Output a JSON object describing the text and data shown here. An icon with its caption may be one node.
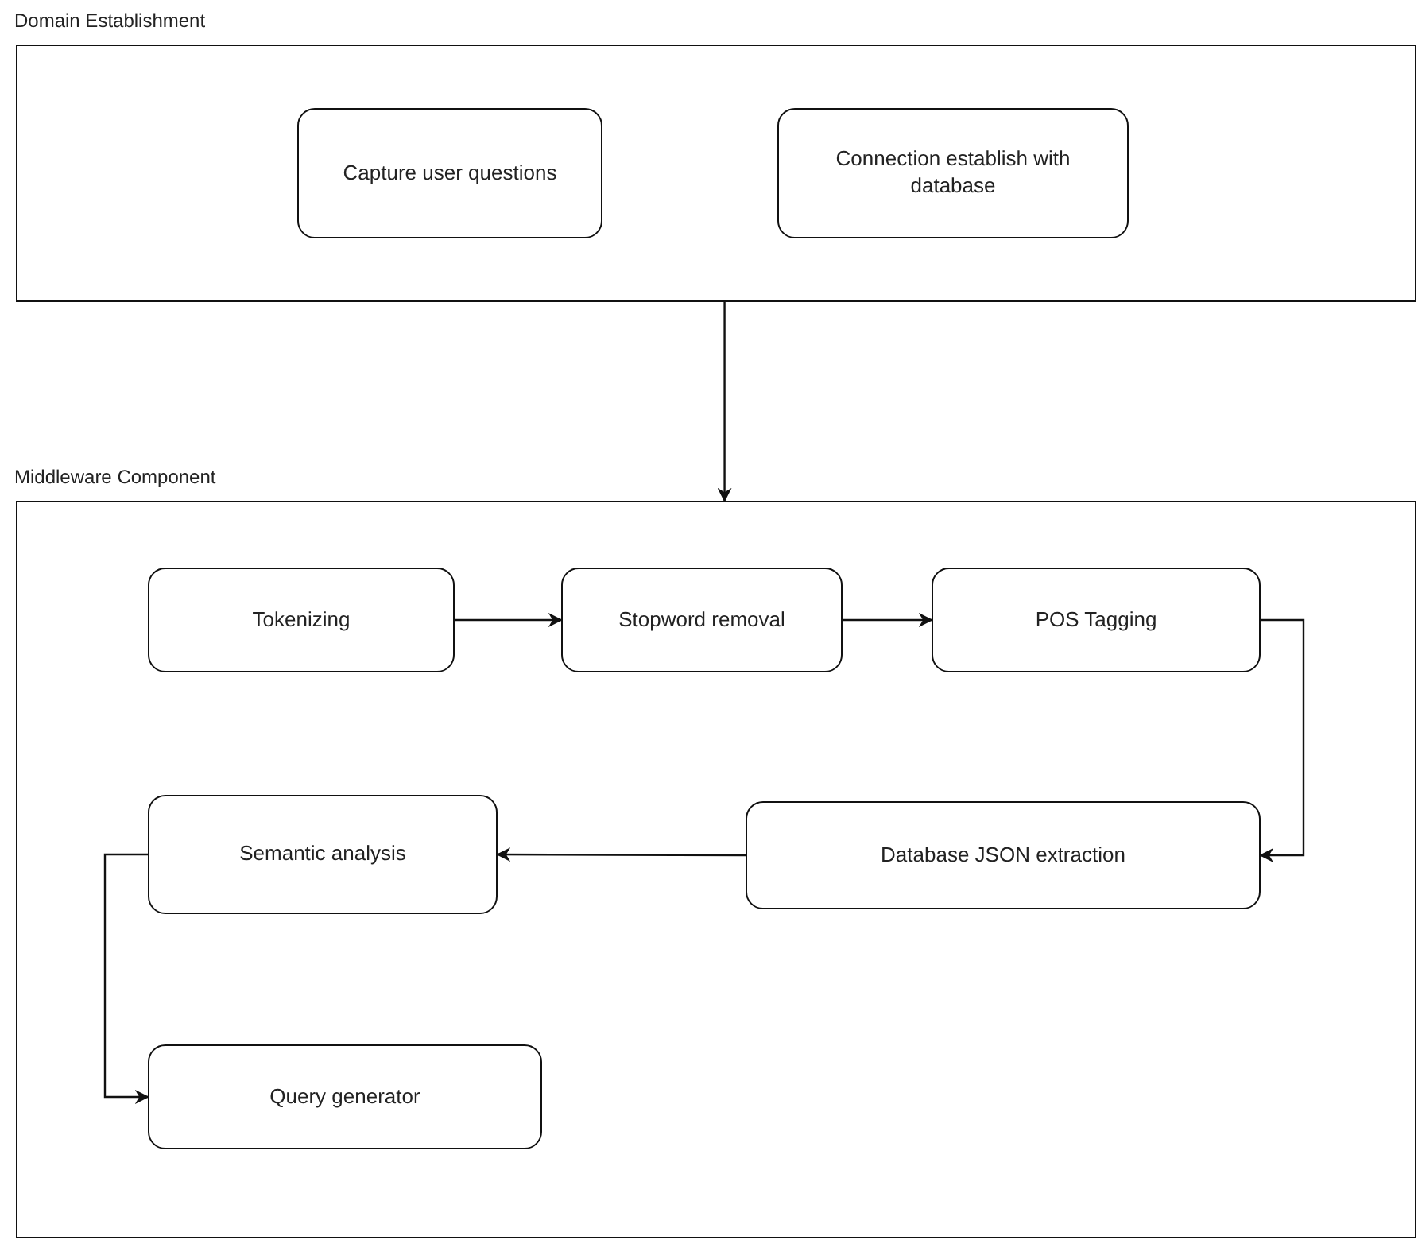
{
  "diagram": {
    "nodes": [
      {
        "text": [
          "Domain Establishment"
        ]
      },
      {
        "text": [
          "Capture user questions"
        ],
        "in": 0
      },
      {
        "text": [
          "Connection establish with database"
        ],
        "in": 0
      },
      {
        "text": [
          "Middleware Component"
        ]
      },
      {
        "text": [
          "Tokenizing"
        ],
        "in": 3
      },
      {
        "text": [
          "Stopword removal"
        ],
        "in": 3
      },
      {
        "text": [
          "POS Tagging"
        ],
        "in": 3
      },
      {
        "text": [
          "Database JSON extraction"
        ],
        "in": 3
      },
      {
        "text": [
          "Semantic analysis"
        ],
        "in": 3
      },
      {
        "text": [
          "Query generator"
        ],
        "in": 3
      }
    ],
    "edges": [
      {
        "from": 0,
        "to": 3,
        "arrow": "to"
      },
      {
        "from": 4,
        "to": 5,
        "arrow": "to"
      },
      {
        "from": 5,
        "to": 6,
        "arrow": "to"
      },
      {
        "from": 6,
        "to": 7,
        "arrow": "to"
      },
      {
        "from": 7,
        "to": 8,
        "arrow": "to"
      },
      {
        "from": 8,
        "to": 9,
        "arrow": "to"
      }
    ]
  }
}
